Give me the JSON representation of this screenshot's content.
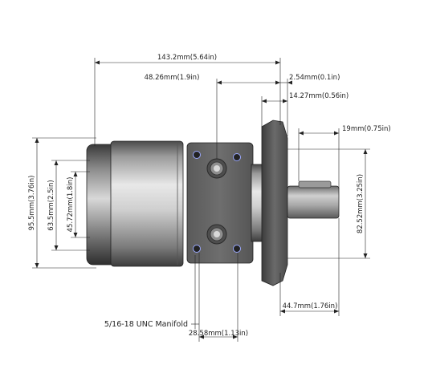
{
  "dimensions": {
    "overall_length": "143.2mm(5.64in)",
    "mount_offset": "48.26mm(1.9in)",
    "flange_thickness": "2.54mm(0.1in)",
    "pilot_length": "14.27mm(0.56in)",
    "keyway": "19mm(0.75in)",
    "housing_height": "95.5mm(3.76in)",
    "body_height": "63.5mm(2.5in)",
    "inner_height": "45.72mm(1.8in)",
    "flange_height": "82.52mm(3.25in)",
    "shaft_length": "44.7mm(1.76in)",
    "port_spacing": "28.58mm(1.13in)"
  },
  "notes": {
    "manifold": "5/16-18 UNC Manifold"
  }
}
